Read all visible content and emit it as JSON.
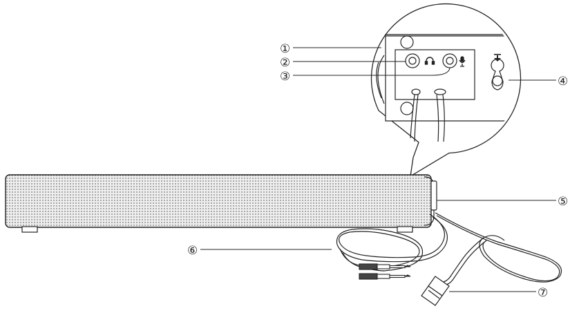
{
  "diagram": {
    "callouts": [
      {
        "id": "headphone-jack",
        "number": "①"
      },
      {
        "id": "headphone-port",
        "number": "②"
      },
      {
        "id": "microphone-port",
        "number": "③"
      },
      {
        "id": "keyhole-mount",
        "number": "④"
      },
      {
        "id": "volume-knob",
        "number": "⑤"
      },
      {
        "id": "audio-cable",
        "number": "⑥"
      },
      {
        "id": "usb-power-plug",
        "number": "⑦"
      }
    ],
    "icons": {
      "headphone": "headphone-icon",
      "microphone": "microphone-icon",
      "mount_arrow": "down-arrow-icon"
    },
    "colors": {
      "line": "#222222",
      "speaker_fill": "#d9d9d9",
      "background": "#ffffff"
    }
  }
}
